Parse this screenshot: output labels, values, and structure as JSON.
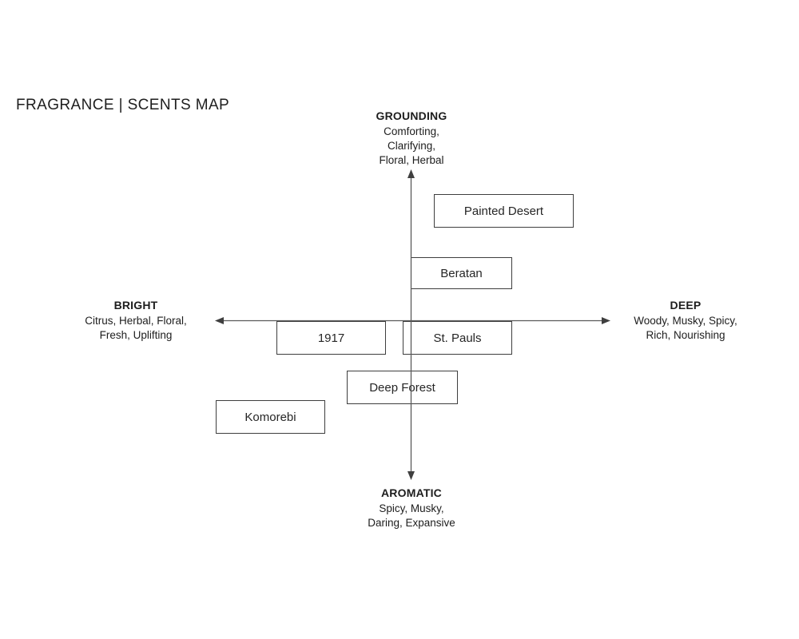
{
  "title": "FRAGRANCE | SCENTS MAP",
  "axes": {
    "top": {
      "name": "GROUNDING",
      "lines": [
        "Comforting,",
        "Clarifying,",
        "Floral, Herbal"
      ]
    },
    "bottom": {
      "name": "AROMATIC",
      "lines": [
        "Spicy, Musky,",
        "Daring, Expansive"
      ]
    },
    "left": {
      "name": "BRIGHT",
      "lines": [
        "Citrus, Herbal, Floral,",
        "Fresh, Uplifting"
      ]
    },
    "right": {
      "name": "DEEP",
      "lines": [
        "Woody, Musky, Spicy,",
        "Rich, Nourishing"
      ]
    }
  },
  "products": [
    {
      "label": "Painted Desert",
      "position": "grounding-deep quadrant, upper right"
    },
    {
      "label": "Beratan",
      "position": "slightly grounding, slightly deep, near center"
    },
    {
      "label": "1917",
      "position": "slightly aromatic, bright side, on horizontal axis"
    },
    {
      "label": "St. Pauls",
      "position": "slightly aromatic, slightly deep, on horizontal axis"
    },
    {
      "label": "Deep Forest",
      "position": "aromatic side, near vertical axis"
    },
    {
      "label": "Komorebi",
      "position": "aromatic-bright quadrant, lower left"
    }
  ],
  "colors": {
    "background": "#ffffff",
    "text": "#1d1d1d",
    "axis_line": "#5a5a5a",
    "arrowhead": "#3f3f3f",
    "box_border": "#3e3e3e"
  }
}
